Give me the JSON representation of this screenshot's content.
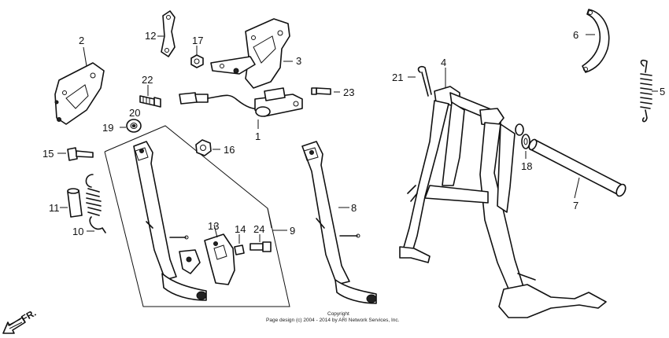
{
  "labels": {
    "p1": "1",
    "p2": "2",
    "p3": "3",
    "p4": "4",
    "p5": "5",
    "p6": "6",
    "p7": "7",
    "p8": "8",
    "p9": "9",
    "p10": "10",
    "p11": "11",
    "p12": "12",
    "p13": "13",
    "p14": "14",
    "p15": "15",
    "p16": "16",
    "p17": "17",
    "p18": "18",
    "p19": "19",
    "p20": "20",
    "p21": "21",
    "p22": "22",
    "p23": "23",
    "p24": "24"
  },
  "direction_marker": "FR.",
  "copyright_line1": "Copyright",
  "copyright_line2": "Page design (c) 2004 - 2014 by ARI Network Services, Inc."
}
